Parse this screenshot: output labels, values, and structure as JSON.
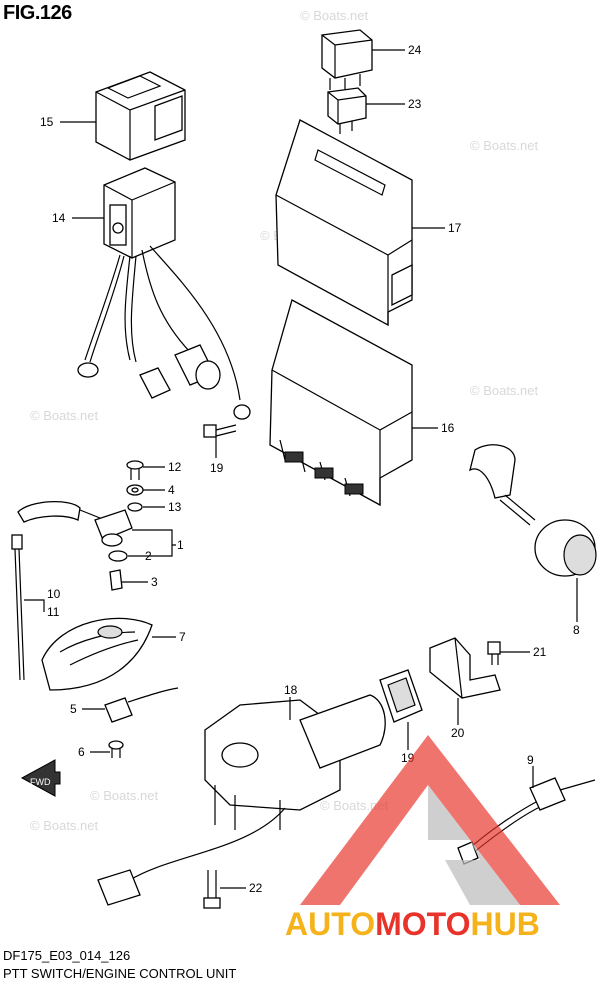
{
  "figure": {
    "title": "FIG.126",
    "code": "DF175_E03_014_126",
    "caption": "PTT SWITCH/ENGINE CONTROL UNIT"
  },
  "watermark": {
    "text": "© Boats.net"
  },
  "brand": {
    "part1": "AUTO",
    "part2": "MOTO",
    "part3": "HUB",
    "colors": {
      "red": "#e8332a",
      "yellow": "#f5b21a",
      "gray": "#bdbdbd"
    }
  },
  "fwd_label": "FWD",
  "callouts": [
    {
      "id": "24",
      "text": "24"
    },
    {
      "id": "23",
      "text": "23"
    },
    {
      "id": "15",
      "text": "15"
    },
    {
      "id": "14",
      "text": "14"
    },
    {
      "id": "17",
      "text": "17"
    },
    {
      "id": "16",
      "text": "16"
    },
    {
      "id": "19a",
      "text": "19"
    },
    {
      "id": "12",
      "text": "12"
    },
    {
      "id": "4",
      "text": "4"
    },
    {
      "id": "13",
      "text": "13"
    },
    {
      "id": "1",
      "text": "1"
    },
    {
      "id": "2",
      "text": "2"
    },
    {
      "id": "3",
      "text": "3"
    },
    {
      "id": "10",
      "text": "10"
    },
    {
      "id": "11",
      "text": "11"
    },
    {
      "id": "7",
      "text": "7"
    },
    {
      "id": "8",
      "text": "8"
    },
    {
      "id": "21",
      "text": "21"
    },
    {
      "id": "18",
      "text": "18"
    },
    {
      "id": "5",
      "text": "5"
    },
    {
      "id": "6",
      "text": "6"
    },
    {
      "id": "20",
      "text": "20"
    },
    {
      "id": "19b",
      "text": "19"
    },
    {
      "id": "9",
      "text": "9"
    },
    {
      "id": "22",
      "text": "22"
    }
  ]
}
